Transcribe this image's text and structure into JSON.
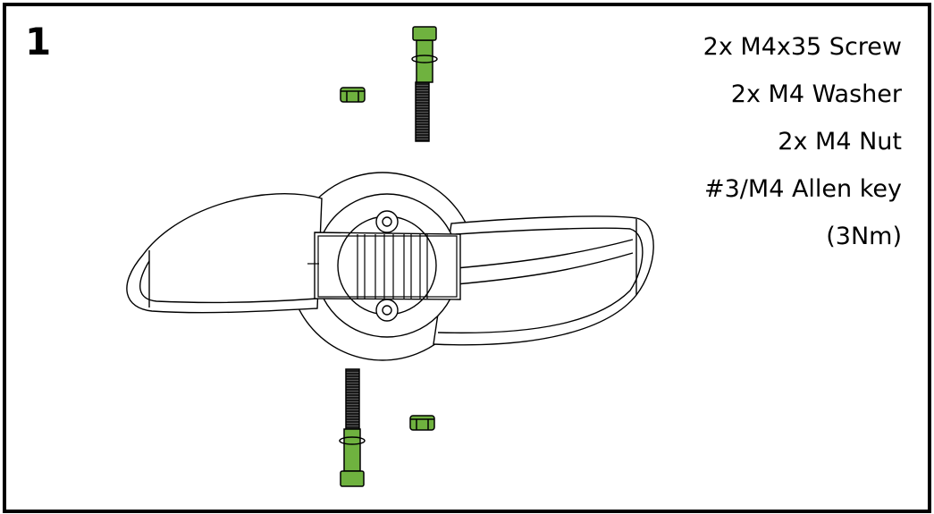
{
  "step_number": "1",
  "parts_list": [
    "2x M4x35 Screw",
    "2x M4 Washer",
    "2x M4 Nut",
    "#3/M4 Allen key",
    "(3Nm)"
  ],
  "colors": {
    "hardware": "#6fb23f",
    "outline": "#000000",
    "thread": "#1a1a1a"
  }
}
